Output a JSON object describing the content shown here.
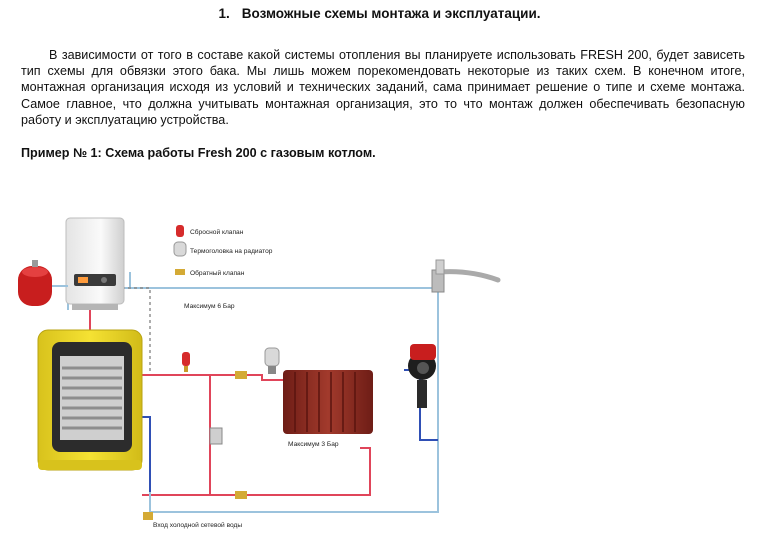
{
  "section": {
    "number": "1.",
    "title": "Возможные схемы монтажа и эксплуатации."
  },
  "paragraph": "В зависимости от того в составе какой системы отопления вы планируете использовать FRESH 200, будет зависеть тип схемы для обвязки этого бака. Мы лишь можем порекомендовать некоторые из таких схем. В конечном итоге, монтажная организация исходя из условий и технических заданий, сама принимает решение о типе и схеме монтажа. Самое главное, что должна учитывать монтажная организация, это то что монтаж должен обеспечивать безопасную работу и эксплуатацию устройства.",
  "example_title": "Пример № 1: Схема работы Fresh 200 с газовым котлом.",
  "diagram": {
    "legend": [
      {
        "label": "Сбросной клапан",
        "icon": "relief-valve-icon"
      },
      {
        "label": "Термоголовка на радиатор",
        "icon": "thermostatic-head-icon"
      },
      {
        "label": "Обратный клапан",
        "icon": "check-valve-icon"
      }
    ],
    "pressure_max_6": "Максимум 6 Бар",
    "pressure_max_3": "Максимум 3 Бар",
    "cold_water_inlet": "Вход холодной сетевой воды",
    "colors": {
      "hot_pipe": "#e0455a",
      "cold_pipe": "#2f4fb5",
      "supply_pipe": "#9cc3dd",
      "tank_yellow": "#f2dc2a",
      "radiator": "#8e2a20",
      "expansion_vessel": "#c81e1e"
    }
  }
}
